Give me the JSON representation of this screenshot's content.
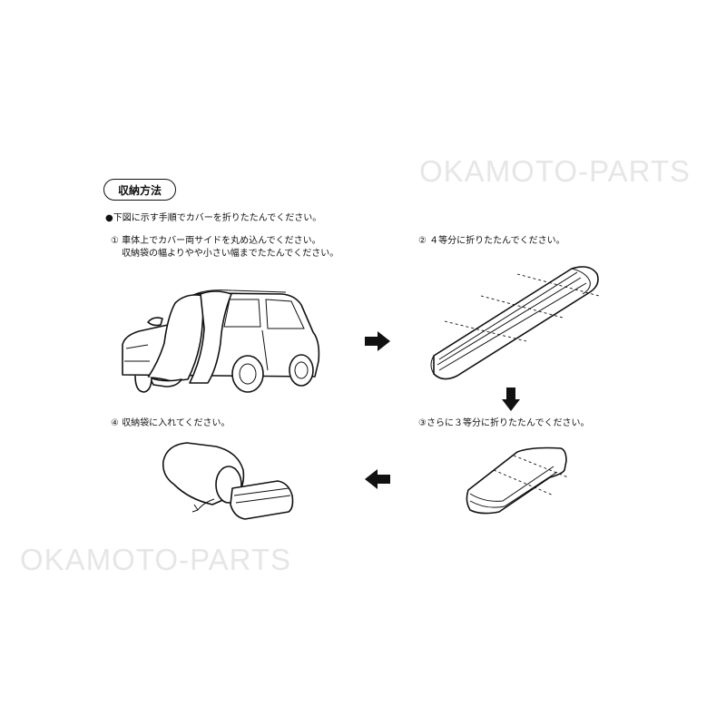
{
  "watermark": {
    "text": "OKAMOTO-PARTS"
  },
  "section_title": "収納方法",
  "intro": "●下図に示す手順でカバーを折りたたんでください。",
  "steps": {
    "step1": {
      "line1": "① 車体上でカバー両サイドを丸め込んでください。",
      "line2": "収納袋の幅よりやや小さい幅までたたんでください。"
    },
    "step2": {
      "line1": "② ４等分に折りたたんでください。"
    },
    "step3": {
      "line1": "③さらに３等分に折りたたんでください。"
    },
    "step4": {
      "line1": "④ 収納袋に入れてください。"
    }
  },
  "icons": [
    "car-cover-illustration",
    "right-arrow-icon",
    "down-arrow-icon",
    "left-arrow-icon",
    "folded-strip-illustration",
    "folded-block-illustration",
    "storage-bag-illustration"
  ],
  "colors": {
    "ink": "#111111",
    "watermark": "#e6e6e6",
    "background": "#ffffff"
  }
}
